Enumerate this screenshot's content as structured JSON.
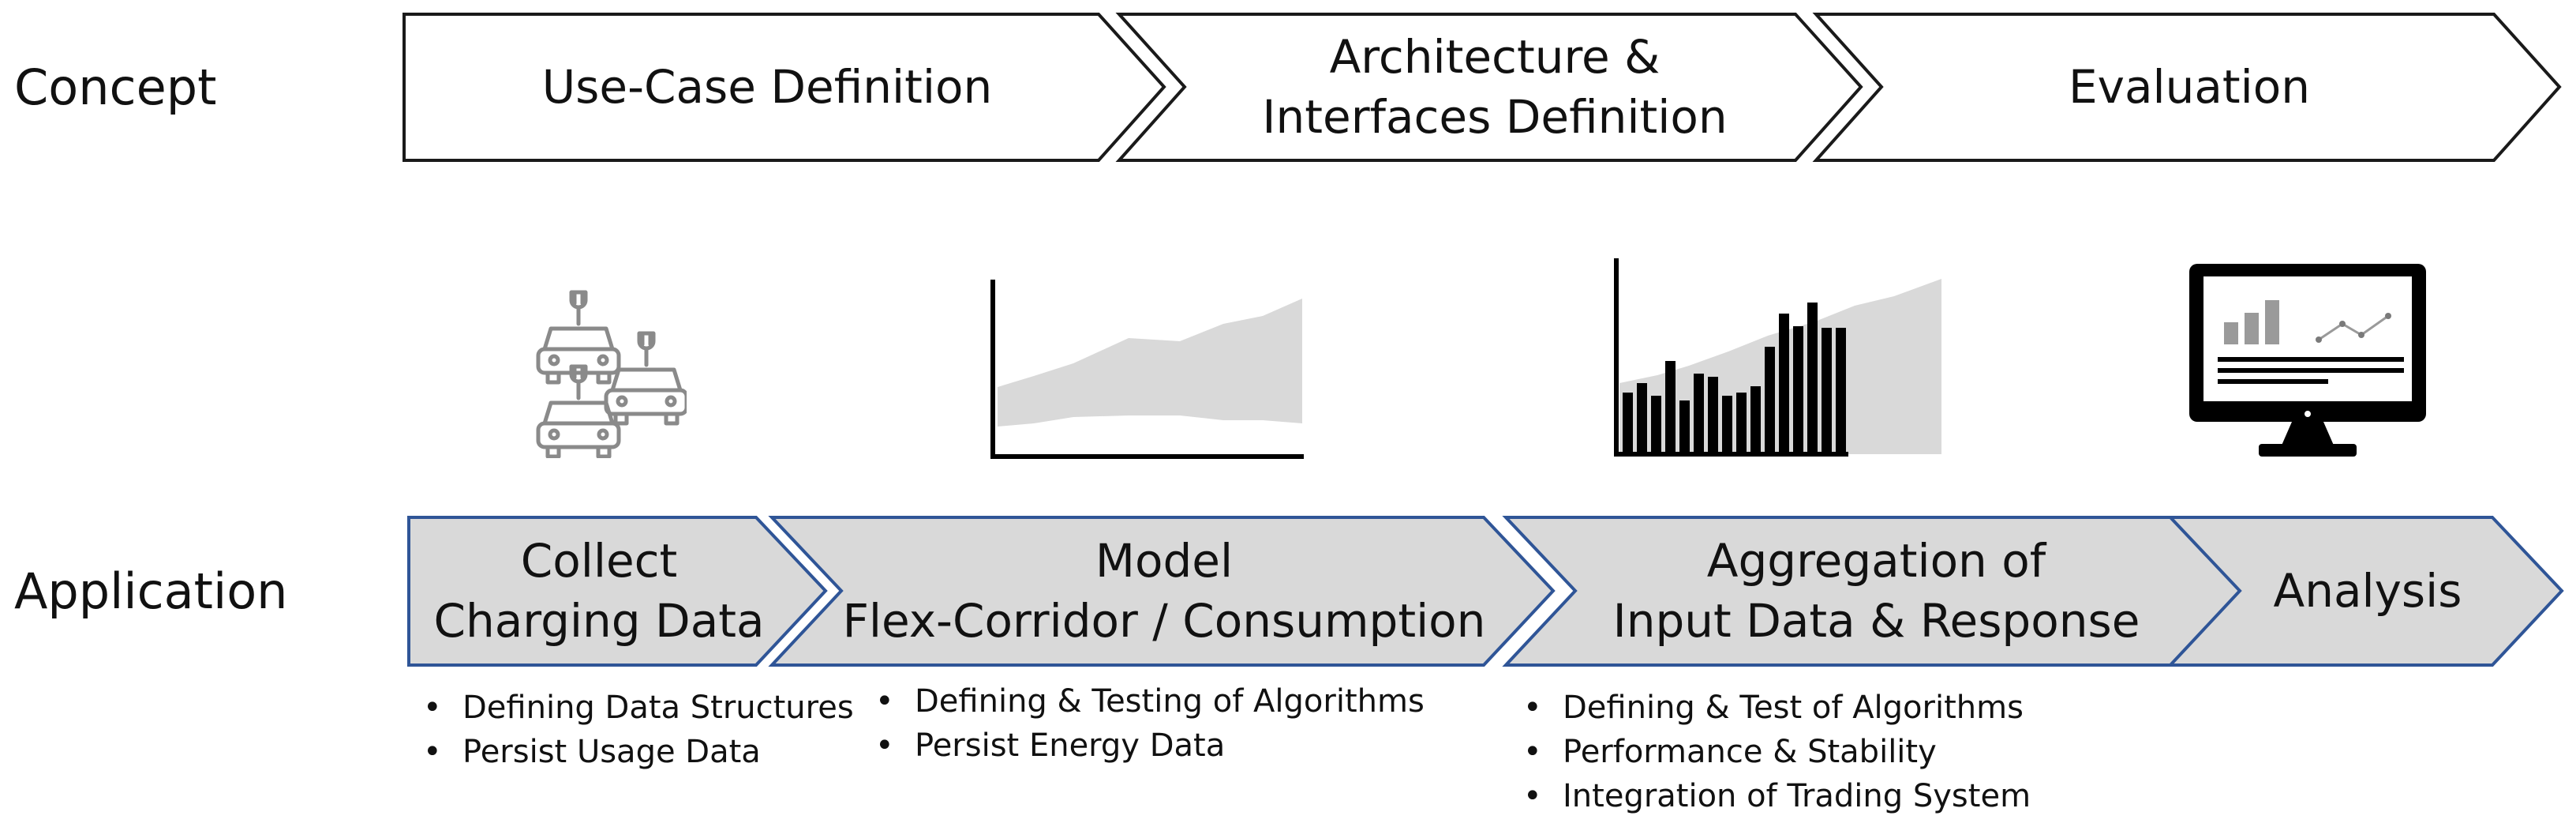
{
  "concept": {
    "label": "Concept",
    "steps": [
      {
        "lines": [
          "Use-Case Definition"
        ]
      },
      {
        "lines": [
          "Architecture &",
          "Interfaces Definition"
        ]
      },
      {
        "lines": [
          "Evaluation"
        ]
      }
    ]
  },
  "application": {
    "label": "Application",
    "steps": [
      {
        "lines": [
          "Collect",
          "Charging Data"
        ]
      },
      {
        "lines": [
          "Model",
          "Flex-Corridor / Consumption"
        ]
      },
      {
        "lines": [
          "Aggregation of",
          "Input Data & Response"
        ]
      },
      {
        "lines": [
          "Analysis"
        ]
      }
    ]
  },
  "bullets": [
    [
      "Defining Data Structures",
      "Persist Usage Data"
    ],
    [
      "Defining & Testing of Algorithms",
      "Persist Energy Data"
    ],
    [
      "Defining & Test of Algorithms",
      "Performance & Stability",
      "Integration of Trading System"
    ]
  ],
  "icons": [
    "ev-charging-cars-icon",
    "area-corridor-chart-icon",
    "bar-chart-with-band-icon",
    "monitor-dashboard-icon"
  ],
  "colors": {
    "concept_fill": "#ffffff",
    "concept_stroke": "#1a1a1a",
    "app_fill": "#d9d9d9",
    "app_stroke": "#2f5597",
    "band": "#d9d9d9",
    "bars": "#000000"
  }
}
